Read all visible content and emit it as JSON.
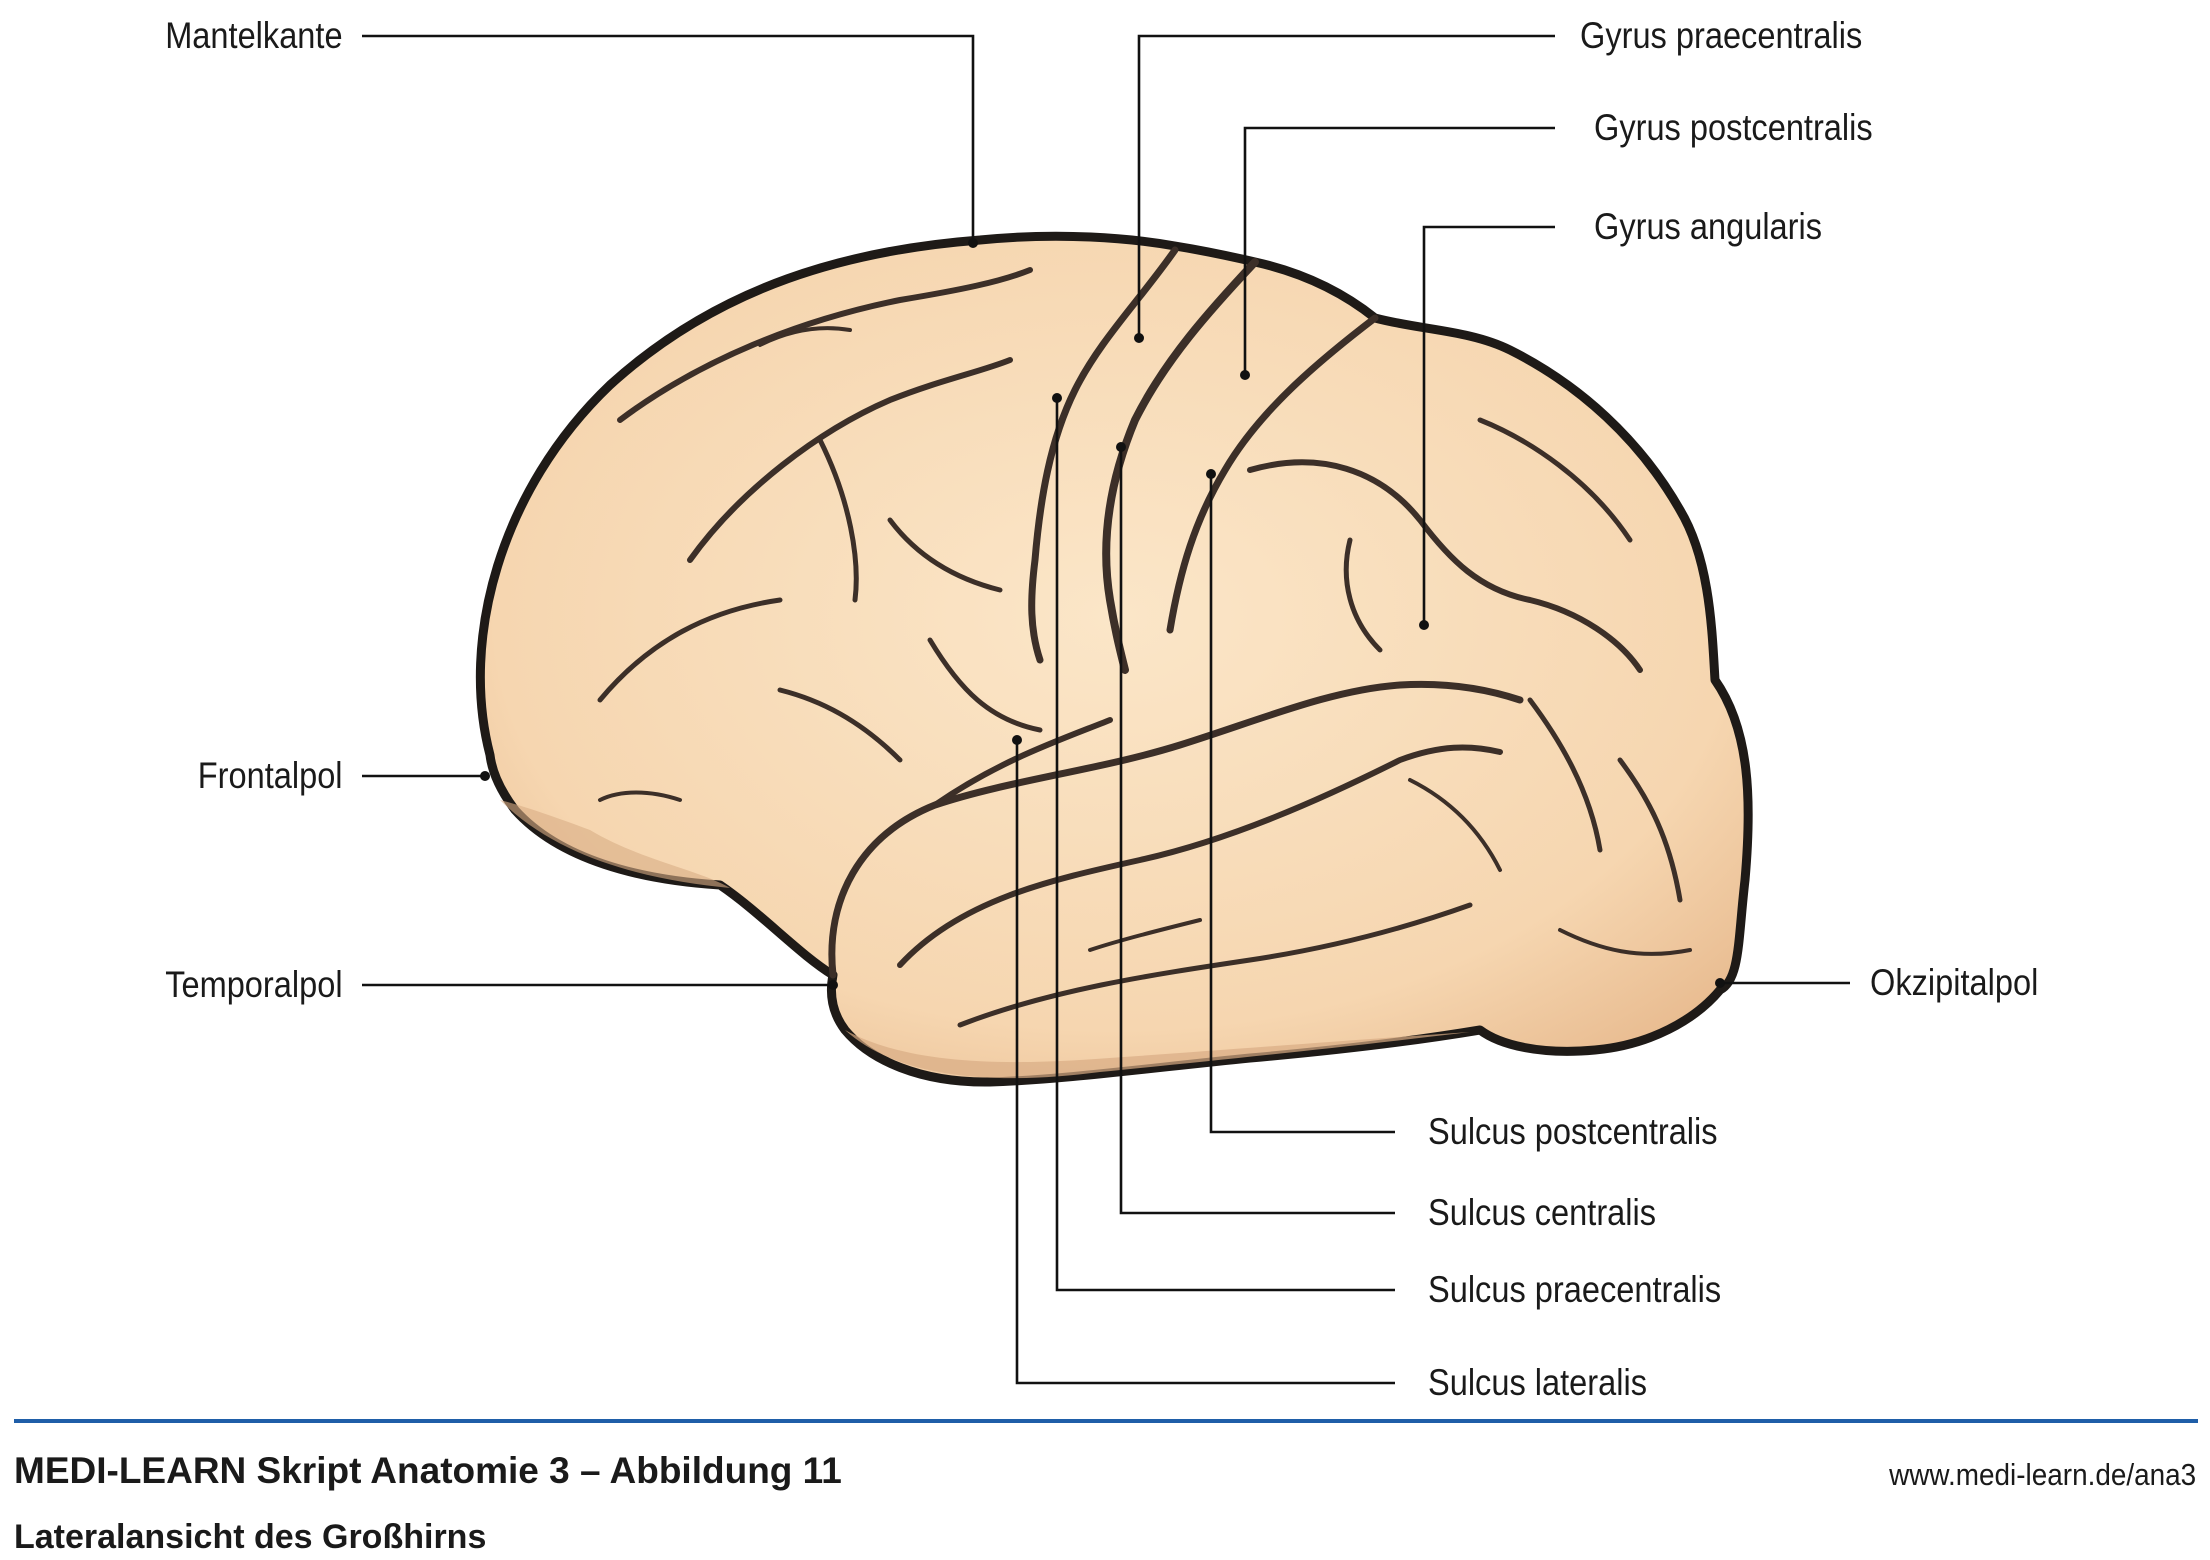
{
  "figure": {
    "labels": {
      "mantelkante": "Mantelkante",
      "frontalpol": "Frontalpol",
      "temporalpol": "Temporalpol",
      "gyrus_praecentralis": "Gyrus praecentralis",
      "gyrus_postcentralis": "Gyrus postcentralis",
      "gyrus_angularis": "Gyrus angularis",
      "okzipitalpol": "Okzipitalpol",
      "sulcus_postcentralis": "Sulcus postcentralis",
      "sulcus_centralis": "Sulcus centralis",
      "sulcus_praecentralis": "Sulcus praecentralis",
      "sulcus_lateralis": "Sulcus lateralis"
    },
    "colors": {
      "brain_fill": "#f7d9b5",
      "brain_outline": "#1e1a17",
      "sulcus": "#3c2f28",
      "shade": "#d9ad85",
      "leader": "#111111",
      "rule": "#1f5ea8"
    }
  },
  "footer": {
    "title": "MEDI-LEARN Skript Anatomie 3 – Abbildung 11",
    "subtitle": "Lateralansicht des Großhirns",
    "url": "www.medi-learn.de/ana3"
  }
}
